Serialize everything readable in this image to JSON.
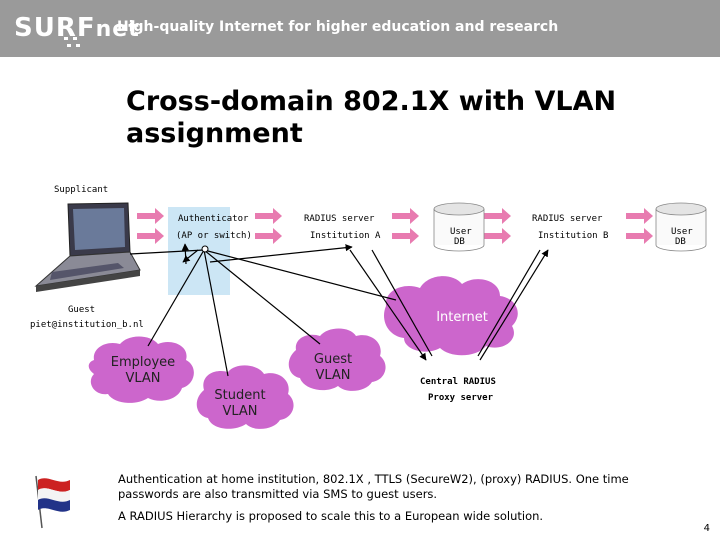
{
  "header": {
    "logo_main": "SURF",
    "logo_suffix": "net",
    "tagline": "High-quality Internet for higher education and research"
  },
  "title": "Cross-domain 802.1X with VLAN assignment",
  "labels": {
    "supplicant": "Supplicant",
    "authenticator": "Authenticator",
    "authenticator_sub": "(AP or switch)",
    "radius_a": "RADIUS server",
    "radius_a_sub": "Institution A",
    "userdb_a_line1": "User",
    "userdb_a_line2": "DB",
    "radius_b": "RADIUS server",
    "radius_b_sub": "Institution B",
    "userdb_b_line1": "User",
    "userdb_b_line2": "DB",
    "guest_user_line1": "Guest",
    "guest_user_line2": "piet@institution_b.nl",
    "central_line1": "Central RADIUS",
    "central_line2": "Proxy server"
  },
  "clouds": {
    "internet": "Internet",
    "employee_vlan": "Employee VLAN",
    "student_vlan": "Student VLAN",
    "guest_vlan": "Guest VLAN"
  },
  "notes": {
    "line1": "Authentication at home institution, 802.1X , TTLS (SecureW2), (proxy) RADIUS.  One time passwords are also transmitted via SMS to guest users.",
    "line2": "A RADIUS Hierarchy is proposed to scale this to a European wide solution."
  },
  "page_number": "4",
  "colors": {
    "header_bg": "#9a9a9a",
    "cloud_fill": "#cc66cc",
    "authenticator_box": "#cce6f5",
    "arrow_pink": "#e87bb0"
  }
}
